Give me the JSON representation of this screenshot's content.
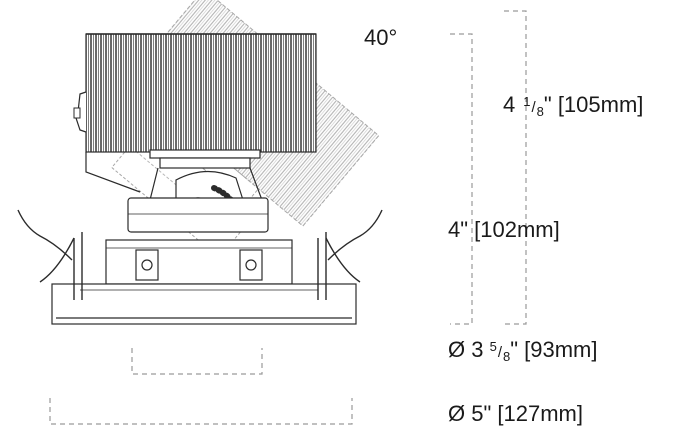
{
  "labels": {
    "angle": "40°",
    "height_tilted": {
      "int": "4",
      "num": "1",
      "den": "8",
      "rest": "\" [105mm]"
    },
    "height": "4\" [102mm]",
    "aperture": {
      "pre": "Ø 3 ",
      "num": "5",
      "den": "8",
      "rest": "\" [93mm]"
    },
    "cutout": "Ø 5\" [127mm]"
  },
  "colors": {
    "line": "#2b2b2b",
    "ghost": "#a8a8a8",
    "dash": "#9a9a9a",
    "fill": "#ffffff"
  }
}
